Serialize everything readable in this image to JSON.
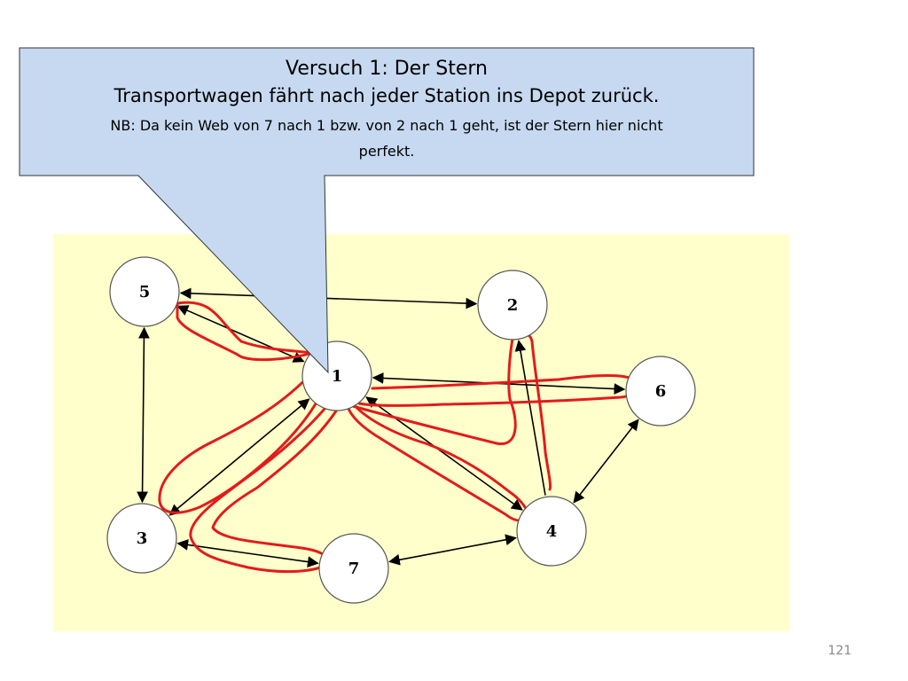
{
  "callout": {
    "title": "Versuch 1: Der Stern",
    "subtitle": "Transportwagen fährt nach jeder Station ins Depot zurück.",
    "note_line1": "NB: Da kein Web von 7 nach 1 bzw. von 2 nach 1 geht, ist der Stern hier nicht",
    "note_line2": "perfekt."
  },
  "nodes": [
    {
      "id": "5",
      "label": "5"
    },
    {
      "id": "2",
      "label": "2"
    },
    {
      "id": "1",
      "label": "1"
    },
    {
      "id": "6",
      "label": "6"
    },
    {
      "id": "3",
      "label": "3"
    },
    {
      "id": "4",
      "label": "4"
    },
    {
      "id": "7",
      "label": "7"
    }
  ],
  "edges": [
    {
      "from": "5",
      "to": "2",
      "direction": "both"
    },
    {
      "from": "5",
      "to": "1",
      "direction": "both"
    },
    {
      "from": "5",
      "to": "3",
      "direction": "both"
    },
    {
      "from": "1",
      "to": "3",
      "direction": "both"
    },
    {
      "from": "1",
      "to": "6",
      "direction": "both"
    },
    {
      "from": "1",
      "to": "4",
      "direction": "both"
    },
    {
      "from": "4",
      "to": "2",
      "direction": "forward"
    },
    {
      "from": "6",
      "to": "4",
      "direction": "both"
    },
    {
      "from": "3",
      "to": "7",
      "direction": "both"
    },
    {
      "from": "7",
      "to": "4",
      "direction": "both"
    }
  ],
  "colors": {
    "panel": "#ffffcc",
    "callout": "#c6d9f0",
    "tour_marks": "#e31b1b",
    "node_fill": "#ffffff",
    "node_stroke": "#555555"
  },
  "page_number": "121"
}
